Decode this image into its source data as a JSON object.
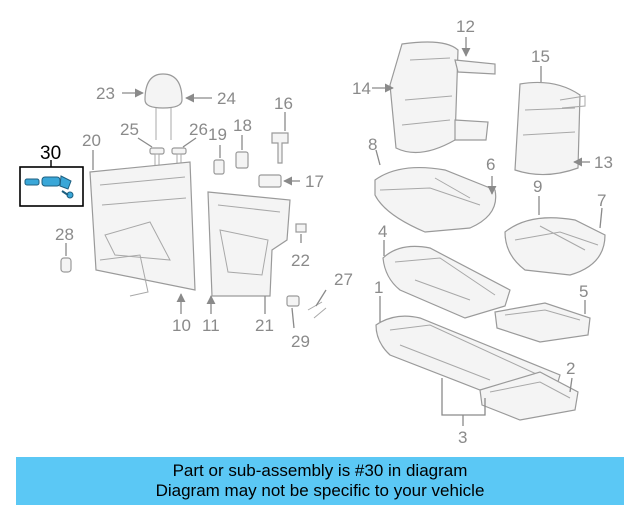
{
  "labels": [
    "30",
    "23",
    "24",
    "25",
    "26",
    "19",
    "18",
    "16",
    "17",
    "20",
    "28",
    "10",
    "11",
    "21",
    "22",
    "27",
    "29",
    "12",
    "14",
    "15",
    "13",
    "8",
    "6",
    "9",
    "7",
    "4",
    "5",
    "1",
    "2",
    "3"
  ],
  "banner": {
    "line1": "Part or sub-assembly is #30 in diagram",
    "line2": "Diagram may not be specific to your vehicle"
  },
  "colors": {
    "banner_bg": "#5bc8f5",
    "highlight_part": "#3aa7d8"
  }
}
